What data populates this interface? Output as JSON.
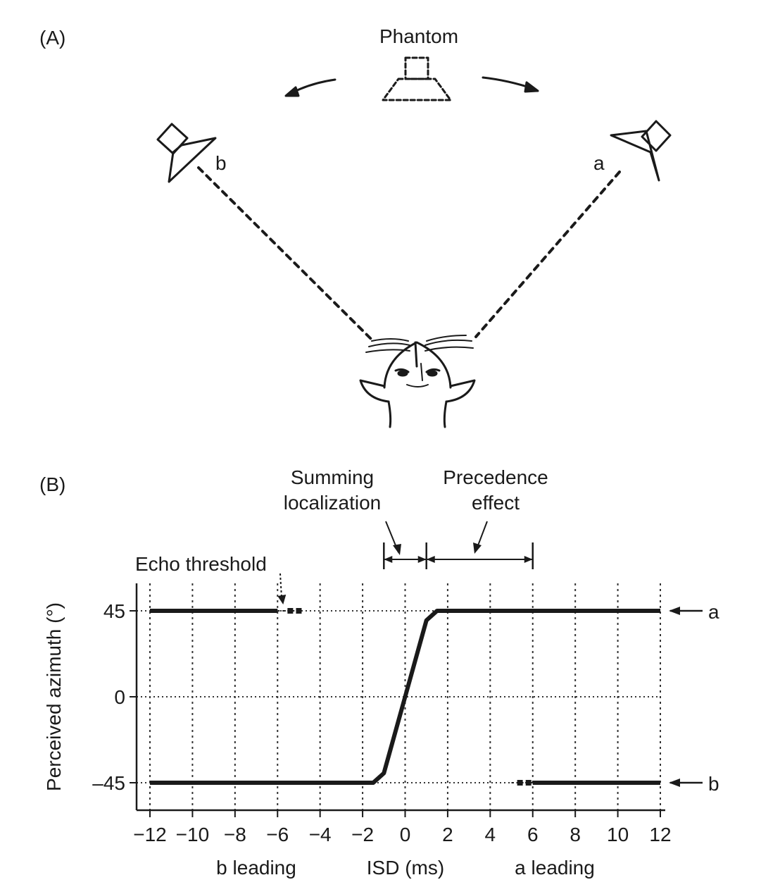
{
  "panel_a": {
    "label": "(A)",
    "phantom_label": "Phantom",
    "speaker_b_label": "b",
    "speaker_a_label": "a"
  },
  "panel_b": {
    "label": "(B)",
    "summing_label_1": "Summing",
    "summing_label_2": "localization",
    "precedence_label_1": "Precedence",
    "precedence_label_2": "effect",
    "echo_label": "Echo threshold",
    "right_label_a": "a",
    "right_label_b": "b",
    "xlabel_left": "b leading",
    "xlabel_center": "ISD (ms)",
    "xlabel_right": "a leading"
  },
  "chart_data": {
    "type": "line",
    "ylabel": "Perceived azimuth (°)",
    "xlabel": "ISD (ms)",
    "xlim": [
      -12,
      12
    ],
    "ylim": [
      -55,
      55
    ],
    "x_ticks": [
      "−12",
      "−10",
      "−8",
      "−6",
      "−4",
      "−2",
      "0",
      "2",
      "4",
      "6",
      "8",
      "10",
      "12"
    ],
    "x_tick_values": [
      -12,
      -10,
      -8,
      -6,
      -4,
      -2,
      0,
      2,
      4,
      6,
      8,
      10,
      12
    ],
    "y_ticks": [
      "45",
      "0",
      "–45"
    ],
    "y_tick_values": [
      45,
      0,
      -45
    ],
    "grid": true,
    "series": [
      {
        "style": "solid",
        "points": [
          [
            -12,
            45
          ],
          [
            -6,
            45
          ]
        ]
      },
      {
        "style": "dotted",
        "points": [
          [
            -6,
            45
          ],
          [
            -5,
            45
          ]
        ]
      },
      {
        "style": "solid",
        "points": [
          [
            -12,
            -45
          ],
          [
            -1.5,
            -45
          ],
          [
            -1,
            -40
          ],
          [
            0,
            0
          ],
          [
            1,
            40
          ],
          [
            1.5,
            45
          ],
          [
            12,
            45
          ]
        ]
      },
      {
        "style": "dotted",
        "points": [
          [
            5,
            -45
          ],
          [
            6,
            -45
          ]
        ]
      },
      {
        "style": "solid",
        "points": [
          [
            6,
            -45
          ],
          [
            12,
            -45
          ]
        ]
      }
    ],
    "annotations": {
      "summing_localization_range": [
        -1,
        1
      ],
      "precedence_effect_range": [
        1,
        6
      ],
      "echo_threshold_x": -6
    }
  }
}
